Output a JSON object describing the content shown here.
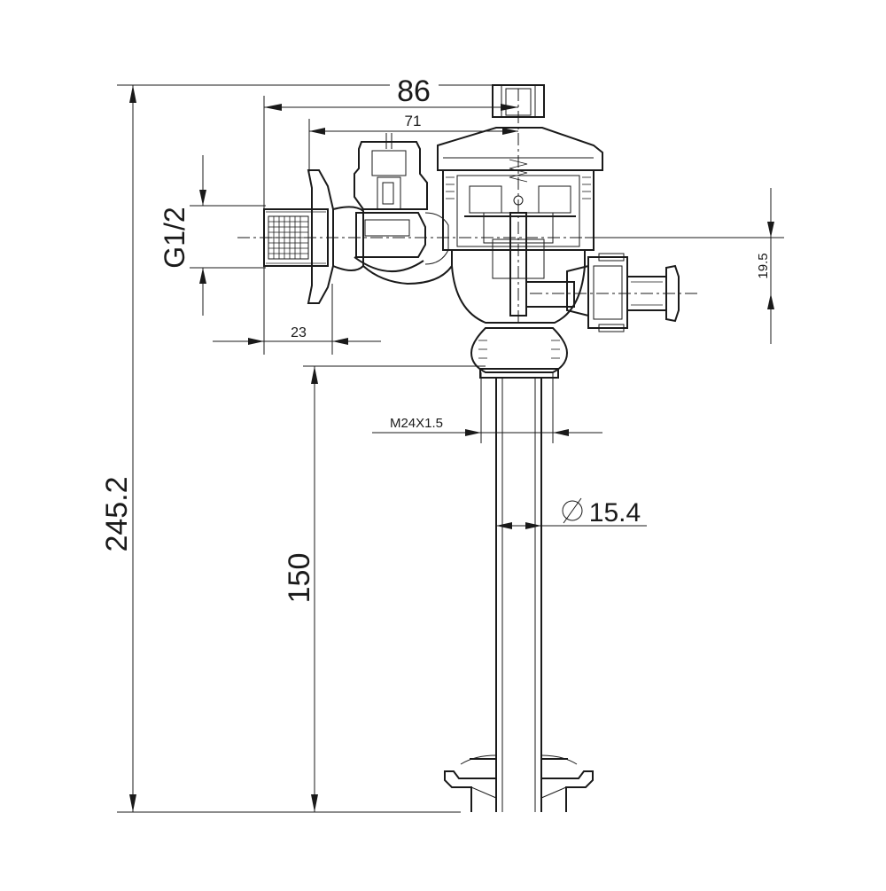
{
  "dimensions": {
    "overall_width": "86",
    "inlet_to_axis": "71",
    "thread_inlet": "G1/2",
    "inlet_length": "23",
    "outlet_offset": "19.5",
    "nut_thread": "M24X1.5",
    "pipe_diameter": "15.4",
    "total_height": "245.2",
    "pipe_length": "150"
  },
  "colors": {
    "line": "#1a1a1a",
    "background": "#ffffff"
  }
}
